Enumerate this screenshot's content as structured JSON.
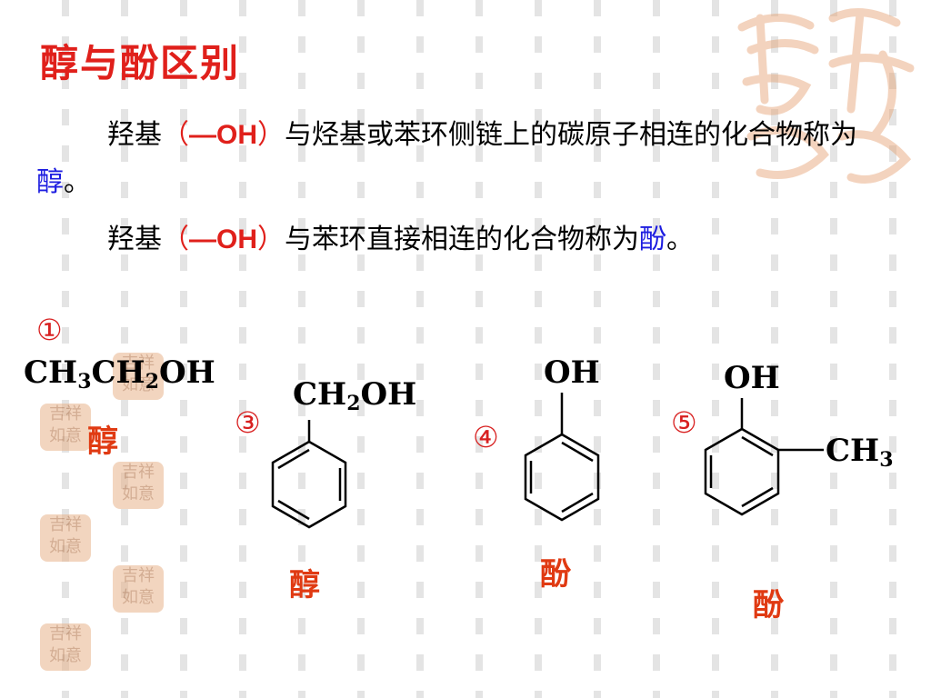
{
  "title": "醇与酚区别",
  "para1": {
    "pre": "羟基",
    "paren_open": "（",
    "group": "—OH",
    "paren_close": "）",
    "post": "与烃基或苯环侧链上的碳原子相连的化合物称为",
    "term": "醇",
    "end": "。"
  },
  "para2": {
    "pre": "羟基",
    "paren_open": "（",
    "group": "—OH",
    "paren_close": "）",
    "post": "与苯环直接相连的化合物称为",
    "term": "酚",
    "end": "。"
  },
  "compounds": {
    "c1": {
      "number": "①",
      "formula": {
        "a": "CH",
        "s1": "3",
        "b": "CH",
        "s2": "2",
        "c": "OH"
      },
      "label": "醇"
    },
    "c3": {
      "number": "③",
      "substituent": {
        "a": "CH",
        "s1": "2",
        "b": "OH"
      },
      "label": "醇"
    },
    "c4": {
      "number": "④",
      "substituent": "OH",
      "label": "酚"
    },
    "c5": {
      "number": "⑤",
      "substituent1": "OH",
      "substituent2": {
        "a": "CH",
        "s1": "3"
      },
      "label": "酚"
    }
  },
  "colors": {
    "title_red": "#e0201b",
    "term_blue": "#1d1de0",
    "label_orange": "#e03a12",
    "seal": "#e9b48c"
  }
}
